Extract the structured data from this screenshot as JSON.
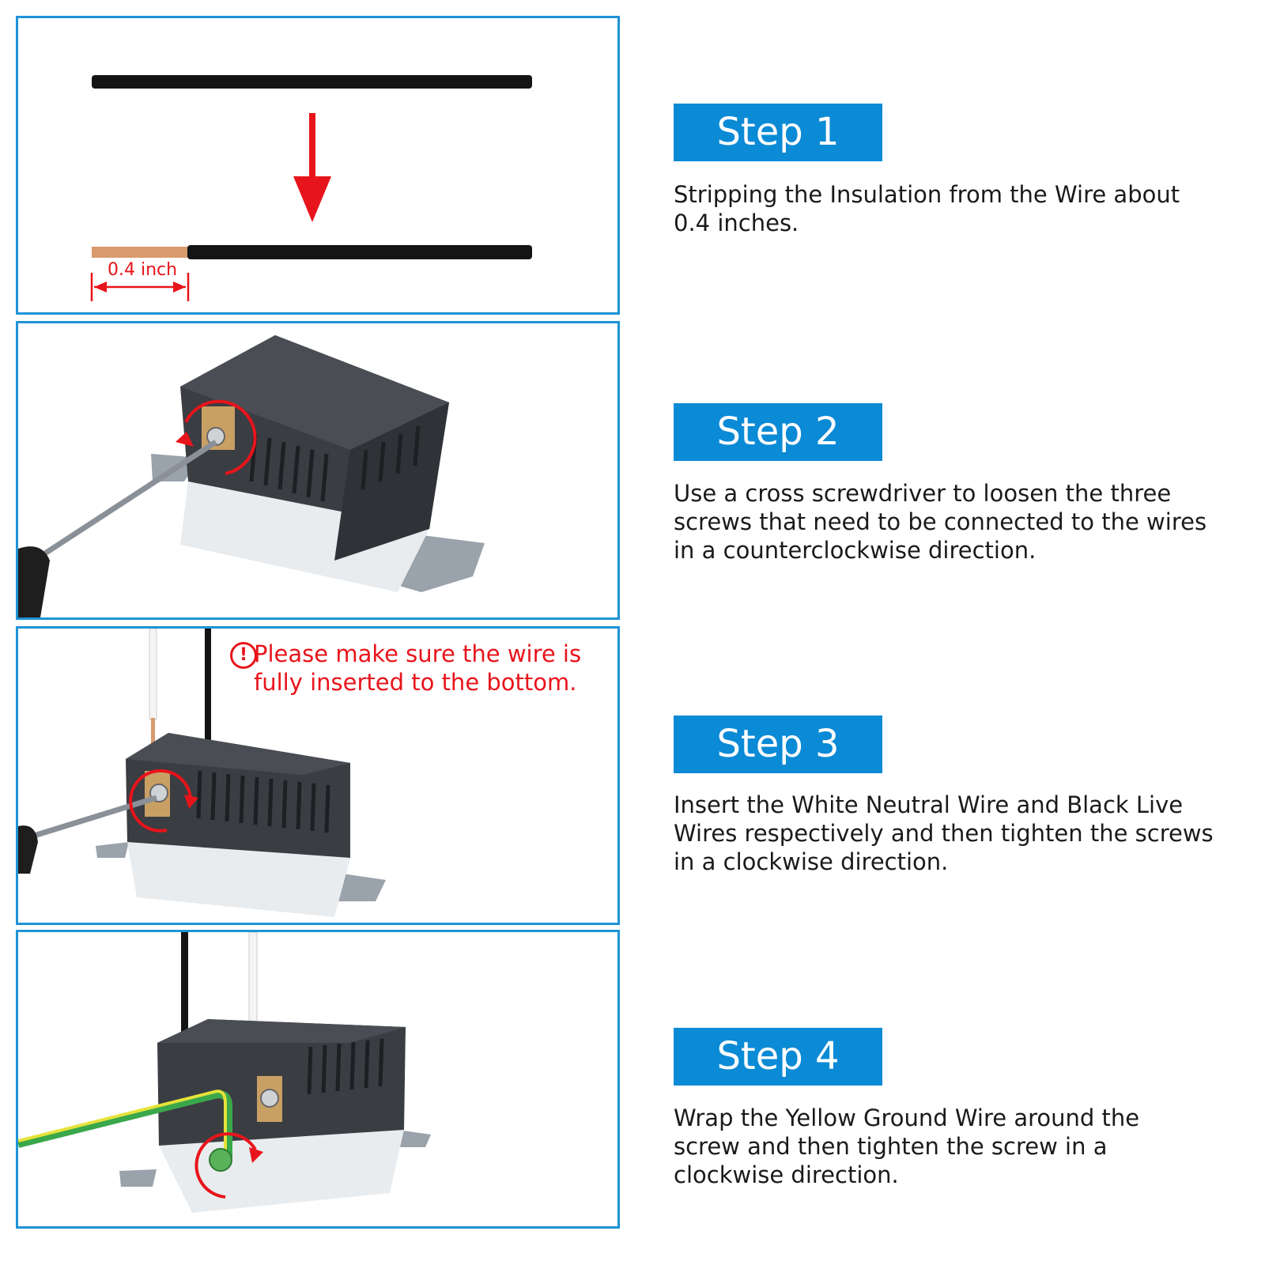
{
  "colors": {
    "accent": "#0b8ad6",
    "frame": "#1f93d6",
    "warning": "#e8141b",
    "copper": "#d99a6c",
    "wire": "#141414",
    "device": "#3a3d42",
    "ground_green": "#3aa84a",
    "ground_yellow": "#e5e23a"
  },
  "steps": [
    {
      "title": "Step 1",
      "text": "Stripping the Insulation from the Wire about\n 0.4 inches."
    },
    {
      "title": "Step 2",
      "text": "Use a cross screwdriver to loosen the three\nscrews that need to be connected to the wires\nin a counterclockwise direction."
    },
    {
      "title": "Step 3",
      "text": "Insert the White Neutral Wire and Black Live\nWires respectively and then tighten the screws\nin a clockwise direction."
    },
    {
      "title": "Step 4",
      "text": "Wrap the Yellow Ground Wire around the\nscrew and then tighten the screw in a\nclockwise direction."
    }
  ],
  "panels": {
    "dimension_label": "0.4 inch",
    "warning_text": "Please make sure the wire is\nfully inserted to the bottom.",
    "warning_icon": "!"
  },
  "icons": [
    "down-arrow-icon",
    "counterclockwise-arrow-icon",
    "clockwise-arrow-icon",
    "warning-icon"
  ]
}
